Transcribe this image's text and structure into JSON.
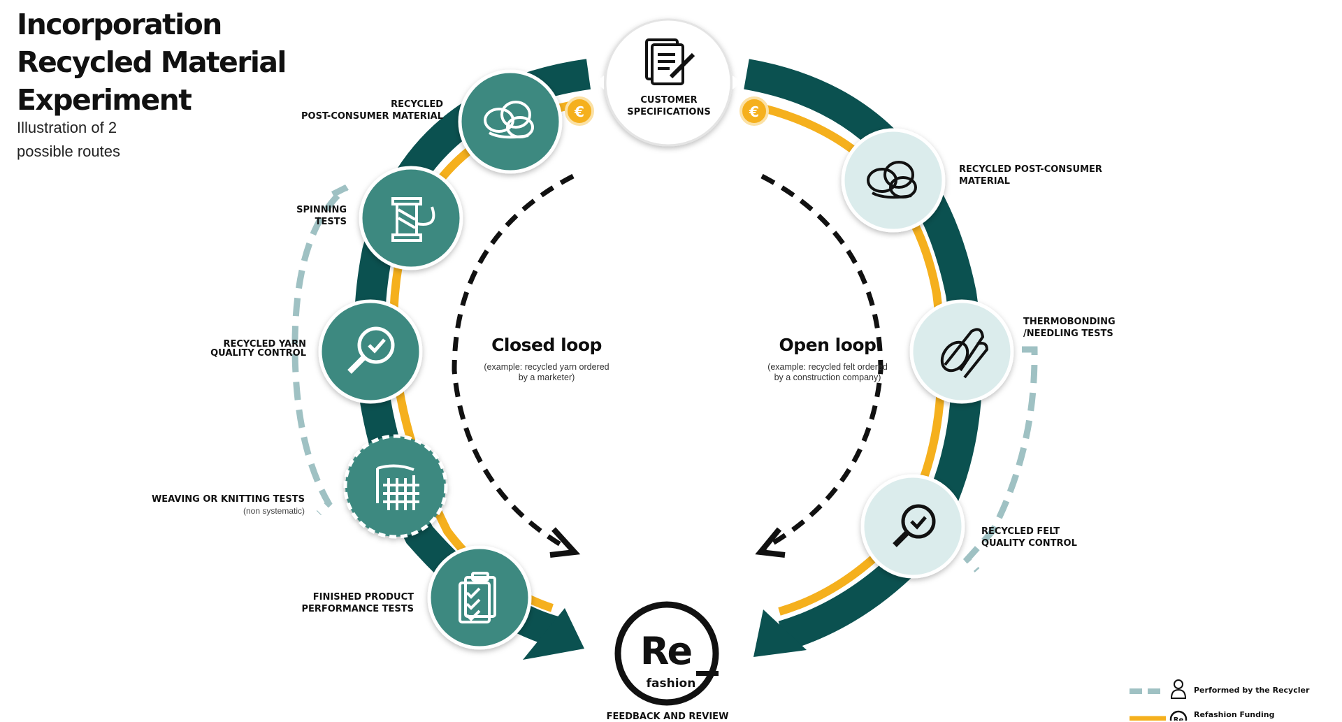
{
  "title": {
    "line1": "Incorporation",
    "line2": "Recycled Material",
    "line3": "Experiment"
  },
  "subtitle": {
    "line1": "Illustration of 2",
    "line2": "possible routes"
  },
  "top_node": {
    "line1": "CUSTOMER",
    "line2": "SPECIFICATIONS"
  },
  "closed_loop": {
    "heading": "Closed loop",
    "example_line1": "(example: recycled yarn ordered",
    "example_line2": "by a marketer)",
    "steps": [
      {
        "line1": "RECYCLED",
        "line2": "POST-CONSUMER MATERIAL",
        "icon": "yarn-ball-icon"
      },
      {
        "line1": "SPINNING",
        "line2": "TESTS",
        "icon": "thread-spool-icon"
      },
      {
        "line1": "RECYCLED YARN",
        "line2": "QUALITY CONTROL",
        "icon": "magnifier-check-icon"
      },
      {
        "line1": "WEAVING OR KNITTING TESTS",
        "line2": "(non systematic)",
        "icon": "fabric-grid-icon"
      },
      {
        "line1": "FINISHED PRODUCT",
        "line2": "PERFORMANCE TESTS",
        "icon": "checklist-clipboard-icon"
      }
    ]
  },
  "open_loop": {
    "heading": "Open loop",
    "example_line1": "(example: recycled felt ordered",
    "example_line2": "by a construction company)",
    "steps": [
      {
        "line1": "RECYCLED POST-CONSUMER",
        "line2": "MATERIAL",
        "icon": "yarn-ball-icon"
      },
      {
        "line1": "THERMOBONDING",
        "line2": "/NEEDLING TESTS",
        "icon": "felt-roll-icon"
      },
      {
        "line1": "RECYCLED FELT",
        "line2": "QUALITY CONTROL",
        "icon": "magnifier-check-icon"
      }
    ]
  },
  "bottom_node": {
    "logo_main": "Re",
    "logo_sub": "fashion",
    "label": "FEEDBACK AND REVIEW"
  },
  "euro_symbol": "€",
  "legend": {
    "recycler": "Performed  by the Recycler",
    "funding": "Refashion Funding",
    "funding_logo": "Re"
  },
  "colors": {
    "dark_teal": "#0b5150",
    "mid_teal": "#3d8980",
    "light_teal": "#dbecec",
    "yellow": "#f5b01d",
    "dash_grey": "#9fc1c3"
  }
}
